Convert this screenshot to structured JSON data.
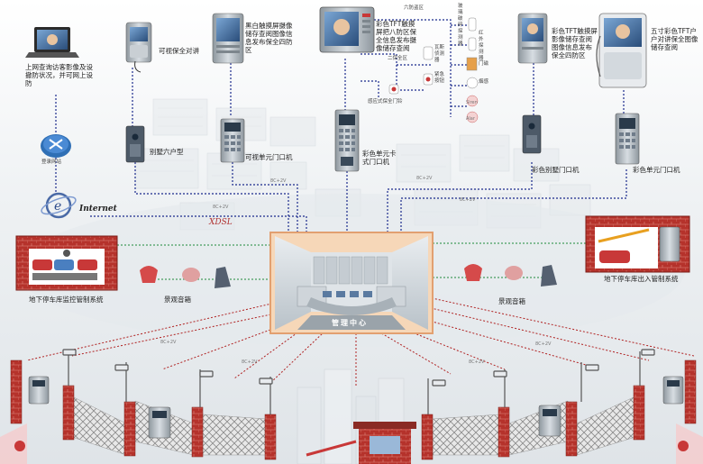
{
  "labels": {
    "pc_caption": "上网查询访客影像及设撤防状况，并可网上设防",
    "router": "登录网站",
    "internet": "Internet",
    "xdsl": "XDSL",
    "villa_visual_intercom": "可视保全对讲",
    "bw_touch": "黑白触摸屏摄像储存查阅图像信息发布保全四防区",
    "color_tft_touch": "彩色TFT触摸屏把八防区保全信息发布摄像储存查阅",
    "six_zone": "六防盗区",
    "two_zone": "二保全区",
    "gas_detector": "瓦斯侦测器",
    "emergency_button": "紧急按钮",
    "glass_break": "玻璃破碎探测器",
    "ir_detector": "红外探测器",
    "door_magnet": "门磁",
    "smoke": "烟感",
    "sensor_label_a": "Siren",
    "sensor_label_b": "Alar",
    "pickup_lock": "感应式保全门铃",
    "color_tft_right": "彩色TFT触摸屏影像储存查阅图像信息发布保全四防区",
    "five_inch_tft": "五寸彩色TFT户户对讲保全图像储存查阅",
    "villa_six": "别墅六户型",
    "visual_unit_door": "可视单元门口机",
    "color_unit_card": "彩色单元卡式门口机",
    "color_villa_door": "彩色别墅门口机",
    "color_unit_door": "彩色单元门口机",
    "garage_monitor": "地下停车库监控管制系统",
    "garage_entry": "地下停车库出入管制系统",
    "speaker_left": "景观音箱",
    "speaker_right": "景观音箱",
    "mgmt_center": "管理中心",
    "cable_a": "8C+2V",
    "cable_b": "8C+2V",
    "cable_c": "8C+2V",
    "cable_d": "8C+2V",
    "cable_e": "8C+2V",
    "cable_f": "8C+2V",
    "cable_g": "8C+2V",
    "cable_h": "8C+2V"
  },
  "colors": {
    "network_line": "#1a2a8c",
    "feed_line_red": "#b02222",
    "feed_line_green": "#1e8a3a",
    "brick": "#b5322b",
    "panel": "#d7dde2",
    "accent_blue": "#4a7fc0"
  }
}
